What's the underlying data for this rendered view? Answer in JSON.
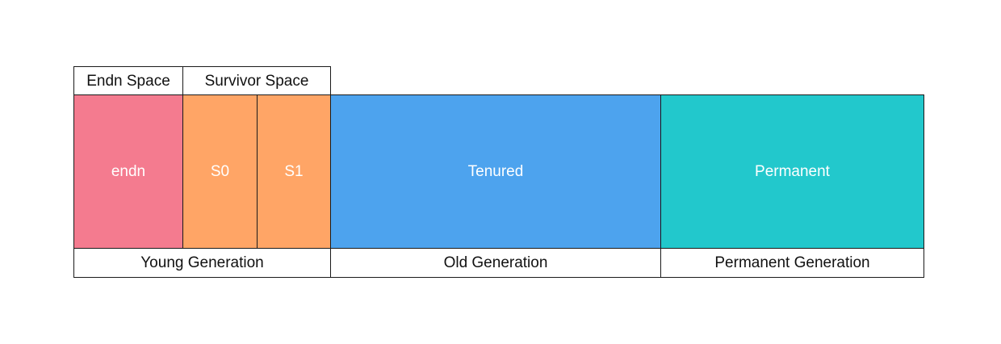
{
  "top_labels": {
    "eden_space": "Endn Space",
    "survivor_space": "Survivor Space"
  },
  "regions": {
    "eden": {
      "label": "endn",
      "color": "#F47B8F"
    },
    "s0": {
      "label": "S0",
      "color": "#FFA566"
    },
    "s1": {
      "label": "S1",
      "color": "#FFA566"
    },
    "tenured": {
      "label": "Tenured",
      "color": "#4DA3EE"
    },
    "permanent": {
      "label": "Permanent",
      "color": "#22C8CC"
    }
  },
  "bottom_labels": {
    "young_generation": "Young Generation",
    "old_generation": "Old Generation",
    "permanent_generation": "Permanent Generation"
  }
}
